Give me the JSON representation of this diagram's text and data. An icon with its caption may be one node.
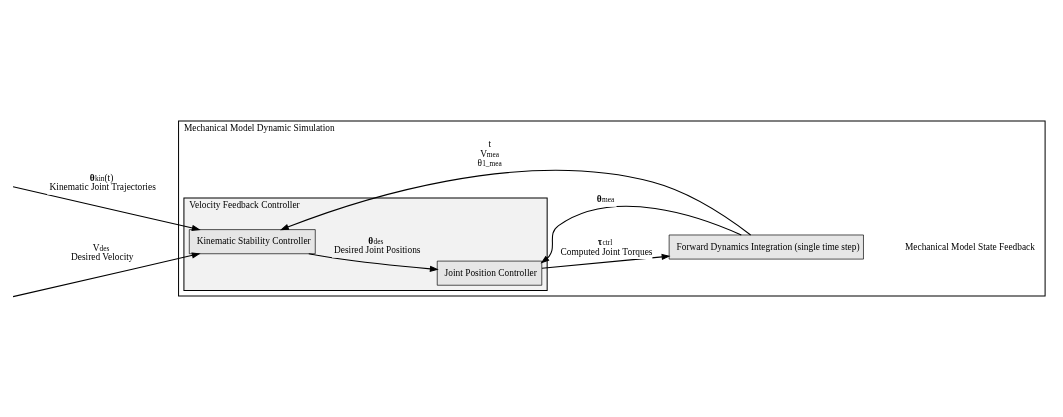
{
  "diagram": {
    "nodes": [
      {
        "text": [
          "Mechanical Model Dynamic Simulation"
        ]
      },
      {
        "text": [
          "Velocity Feedback Controller"
        ],
        "in": 0
      },
      {
        "text": [
          "Kinematic Stability Controller"
        ],
        "in": 1
      },
      {
        "text": [
          "Joint Position Controller"
        ],
        "in": 1
      },
      {
        "text": [
          "Forward Dynamics Integration (single time step)"
        ],
        "in": 0
      }
    ],
    "edges": [
      {
        "from": null,
        "to": 2,
        "arrow": "to",
        "label": "**θ**$_{kin}$(t) Kinematic Joint Trajectories"
      },
      {
        "from": null,
        "to": 2,
        "arrow": "to",
        "label": "V$_{des}$ Desired Velocity"
      },
      {
        "from": 2,
        "to": 3,
        "arrow": "to",
        "label": "**θ**$_{des}$ Desired Joint Positions"
      },
      {
        "from": 3,
        "to": 4,
        "arrow": "to",
        "label": "**τ**$_{ctrl}$ Computed Joint Torques"
      },
      {
        "from": 4,
        "to": 3,
        "arrow": "to",
        "label": "**θ**$_{mea}$"
      },
      {
        "from": 4,
        "to": 2,
        "arrow": "to",
        "label": "t V$_{mea}$ θ$_{1_mea}$"
      }
    ],
    "labels": [
      "Mechanical Model State Feedback"
    ]
  }
}
